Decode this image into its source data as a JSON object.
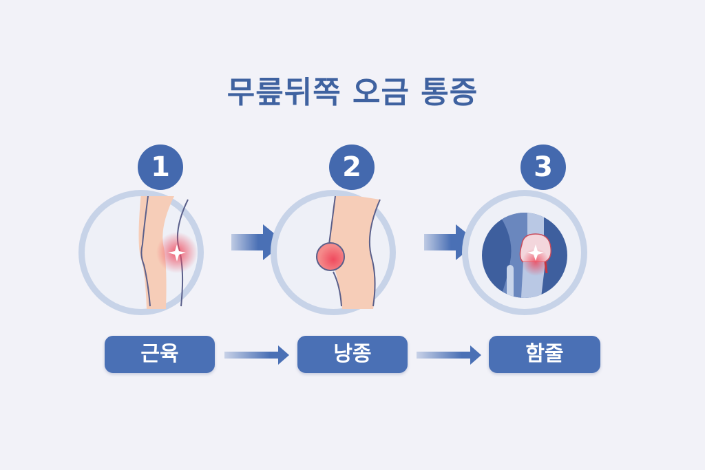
{
  "title": "무릎뒤쪽 오금 통증",
  "colors": {
    "background": "#f2f2f8",
    "primary": "#4469ae",
    "ring": "#c7d3e8",
    "skin": "#f6cdb8",
    "pain": "#ef5a6a"
  },
  "stages": [
    {
      "number": "1",
      "label": "근육",
      "illustration": "knee-muscle-pain"
    },
    {
      "number": "2",
      "label": "낭종",
      "illustration": "knee-cyst-swelling"
    },
    {
      "number": "3",
      "label": "함줄",
      "illustration": "knee-joint-xray"
    }
  ]
}
